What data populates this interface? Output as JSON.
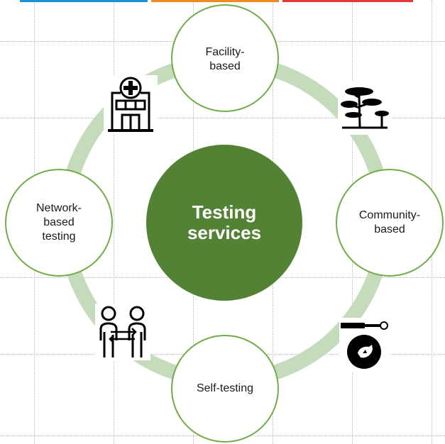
{
  "center": {
    "line1": "Testing",
    "line2": "services"
  },
  "nodes": {
    "facility": {
      "line1": "Facility-",
      "line2": "based"
    },
    "community": {
      "line1": "Community-",
      "line2": "based"
    },
    "self": {
      "line1": "Self-testing"
    },
    "network": {
      "line1": "Network-",
      "line2": "based",
      "line3": "testing"
    }
  },
  "colors": {
    "ring": "#c5dcbc",
    "center_fill": "#548235",
    "node_border": "#70ad47",
    "top_bar_blue": "#1e90d8",
    "top_bar_orange": "#f08a24",
    "top_bar_red": "#e53935"
  },
  "icons": [
    "hospital-icon",
    "tree-icon",
    "self-test-kit-icon",
    "partner-referral-icon"
  ]
}
